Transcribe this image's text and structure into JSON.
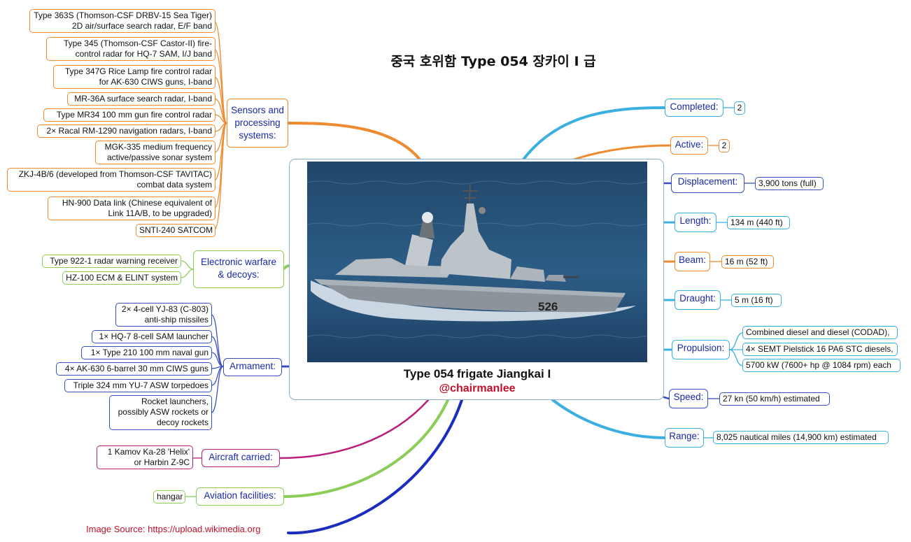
{
  "title": "중국 호위함 Type 054 장카이 I 급",
  "center": {
    "caption": "Type 054 frigate Jiangkai I",
    "credit": "@chairmanlee",
    "hull_number": "526"
  },
  "left": {
    "sensors": {
      "label": "Sensors and processing systems:",
      "items": [
        "Type 363S (Thomson-CSF DRBV-15 Sea Tiger) 2D air/surface search radar, E/F band",
        "Type 345 (Thomson-CSF Castor-II) fire-control radar for HQ-7 SAM, I/J band",
        "Type 347G Rice Lamp fire control radar for AK-630 CIWS guns, I-band",
        "MR-36A surface search radar, I-band",
        "Type MR34 100 mm gun fire control radar",
        "2× Racal RM-1290 navigation radars, I-band",
        "MGK-335 medium frequency active/passive sonar system",
        "ZKJ-4B/6 (developed from Thomson-CSF TAVITAC) combat data system",
        "HN-900 Data link (Chinese equivalent of Link 11A/B, to be upgraded)",
        "SNTI-240 SATCOM"
      ]
    },
    "ew": {
      "label": "Electronic warfare & decoys:",
      "items": [
        "Type 922-1 radar warning receiver",
        "HZ-100 ECM & ELINT system"
      ]
    },
    "armament": {
      "label": "Armament:",
      "items": [
        "2× 4-cell YJ-83 (C-803) anti-ship missiles",
        "1× HQ-7 8-cell SAM launcher",
        "1× Type 210 100 mm naval gun",
        "4× AK-630 6-barrel 30 mm CIWS guns",
        "Triple 324 mm YU-7 ASW torpedoes",
        "Rocket launchers, possibly ASW rockets or decoy rockets"
      ]
    },
    "aircraft": {
      "label": "Aircraft carried:",
      "items": [
        "1 Kamov Ka-28 'Helix' or Harbin Z-9C"
      ]
    },
    "aviation": {
      "label": "Aviation facilities:",
      "items": [
        "hangar"
      ]
    }
  },
  "right": {
    "completed": {
      "label": "Completed:",
      "value": "2"
    },
    "active": {
      "label": "Active:",
      "value": "2"
    },
    "displacement": {
      "label": "Displacement:",
      "value": "3,900 tons (full)"
    },
    "length": {
      "label": "Length:",
      "value": "134 m (440 ft)"
    },
    "beam": {
      "label": "Beam:",
      "value": "16 m (52 ft)"
    },
    "draught": {
      "label": "Draught:",
      "value": "5 m (16 ft)"
    },
    "propulsion": {
      "label": "Propulsion:",
      "values": [
        "Combined diesel and diesel (CODAD),",
        "4× SEMT Pielstick 16 PA6 STC diesels,",
        "5700 kW (7600+ hp @ 1084 rpm) each"
      ]
    },
    "speed": {
      "label": "Speed:",
      "value": "27 kn (50 km/h) estimated"
    },
    "range": {
      "label": "Range:",
      "value": "8,025 nautical miles (14,900 km) estimated"
    }
  },
  "source": "Image Source: https://upload.wikimedia.org",
  "colors": {
    "sensors": "#ef8a2e",
    "ew": "#8ccd58",
    "armament": "#3a4ec2",
    "aircraft": "#b8207a",
    "aviation": "#8ccd58",
    "cyan": "#3ab0e0",
    "orange": "#ef8a2e",
    "blue": "#3a4ec2",
    "label_text": "#1c2aa5",
    "credit": "#c0102a"
  }
}
